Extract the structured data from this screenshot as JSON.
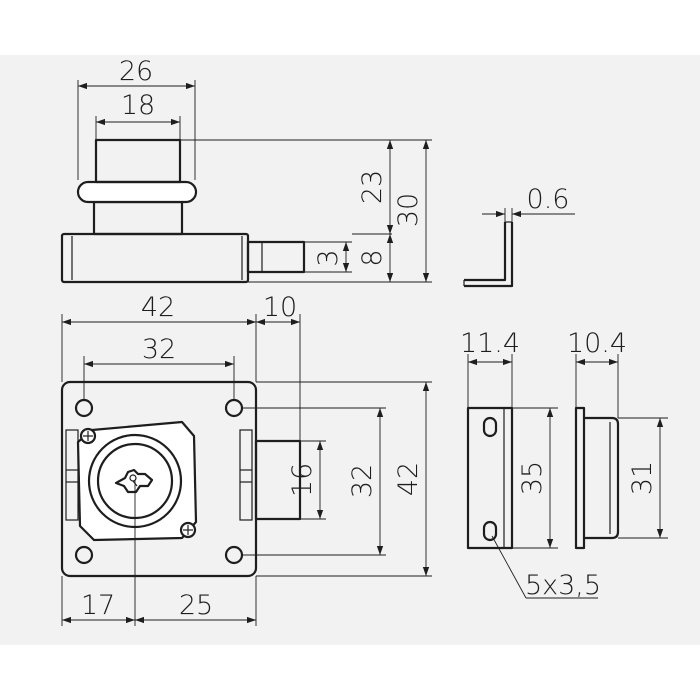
{
  "drawing": {
    "side_view": {
      "dim_26": "26",
      "dim_18": "18",
      "dim_23": "23",
      "dim_30": "30",
      "dim_3": "3",
      "dim_8": "8"
    },
    "plate_profile": {
      "dim_thickness": "0.6"
    },
    "front_view": {
      "dim_42_width": "42",
      "dim_10": "10",
      "dim_32_hole_spacing": "32",
      "dim_16": "16",
      "dim_32_vertical": "32",
      "dim_42_height": "42",
      "dim_17": "17",
      "dim_25": "25"
    },
    "strike_plate_flat": {
      "dim_11_4": "11.4",
      "dim_35": "35",
      "hole_note": "5x3,5"
    },
    "strike_plate_box": {
      "dim_10_4": "10.4",
      "dim_31": "31"
    }
  }
}
